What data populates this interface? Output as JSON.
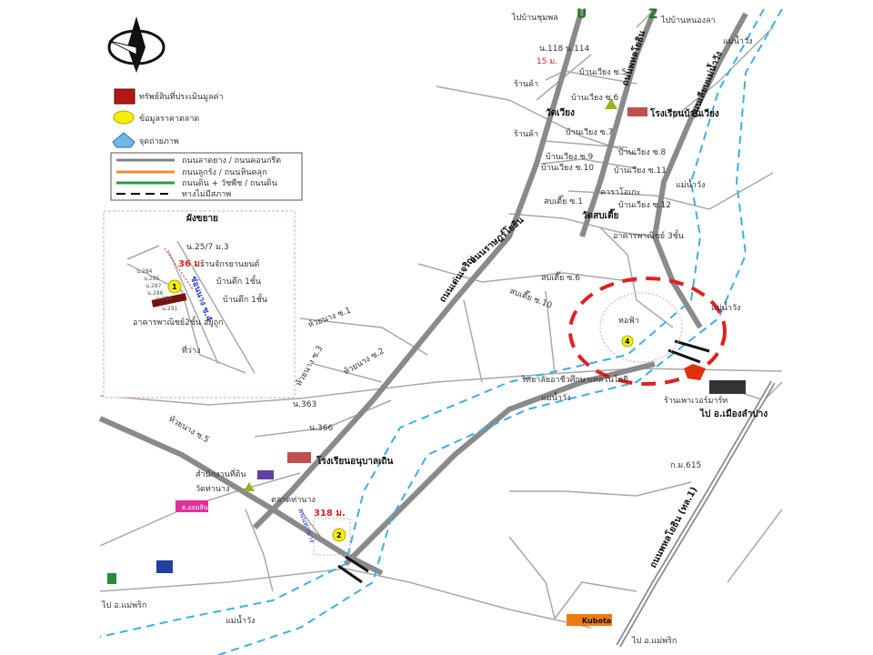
{
  "legend": {
    "items": [
      {
        "label": "ทรัพย์สินที่ประเมินมูลค่า",
        "icon": "property-square",
        "color": "#b01818"
      },
      {
        "label": "ข้อมูลราคาตลาด",
        "icon": "market-circle",
        "color": "#f5f000"
      },
      {
        "label": "จุดถ่ายภาพ",
        "icon": "photo-point",
        "color": "#6fb8e8"
      }
    ],
    "roads": [
      {
        "label": "ถนนลาดยาง / ถนนคอนกรีต",
        "color": "#808080"
      },
      {
        "label": "ถนนลูกรัง / ถนนหินคลุก",
        "color": "#f08a30"
      },
      {
        "label": "ถนนดิน + วัชพืช / ถนนดิน",
        "color": "#20a040"
      },
      {
        "label": "ทางไม่มีสภาพ",
        "color": "#000000"
      }
    ]
  },
  "inset": {
    "title": "ผังขยาย",
    "labels": [
      "น.25/7 ม.3",
      "ร้านจักรยานยนต์",
      "บ้านตึก 1ชั้น",
      "บ้านตึก 1ชั้น",
      "อาคารพาณิชย์2ชั้น อยู่ถูก",
      "ที่ว่าง",
      "ซ่อนนาง ซ.4"
    ],
    "distance": "36 ม.",
    "marker": "1",
    "parcels": [
      "น.284",
      "น.285",
      "น.287",
      "น.286",
      "น.289",
      "น.291"
    ]
  },
  "map": {
    "labels": {
      "to_ban_chumphon": "ไปบ้านชุมพล",
      "to_ban_nong_la": "ไปบ้านหนองลา",
      "n118": "น.118 น.114",
      "dist15": "15 ม.",
      "shop1": "ร้านค้า",
      "shop2": "ร้านค้า",
      "ban_wiang_s5": "บ้านเวียง ซ.5",
      "ban_wiang_s6": "บ้านเวียง ซ.6",
      "ban_wiang_s7": "บ้านเวียง ซ.7",
      "ban_wiang_s8": "บ้านเวียง ซ.8",
      "ban_wiang_s9": "บ้านเวียง ซ.9",
      "ban_wiang_s10": "บ้านเวียง ซ.10",
      "ban_wiang_s11": "บ้านเวียง ซ.11",
      "ban_wiang_s12": "บ้านเวียง ซ.12",
      "wat_wiang": "วัดเวียง",
      "school_ban_wiang": "โรงเรียนบ้านเวียง",
      "mae_wang_1": "แม่น้ำวัง",
      "mae_wang_2": "แม่น้ำวัง",
      "mae_wang_3": "แม่น้ำวัง",
      "mae_wang_4": "แม่น้ำวัง",
      "mae_wang_5": "แม่น้ำวัง",
      "karaoke": "คาราโอเกะ",
      "sombun_s1": "สบเตี๊ย ซ.1",
      "wat_sombun": "วัดสบเตี๊ย",
      "commercial": "อาคารพาณิชย์ 3ชั้น",
      "sombun_s6": "สบเตี๊ย ซ.6",
      "sombun_s10": "สบเตี๊ย ซ.10",
      "road_phahon": "ถนนพหลโยธิน",
      "road_ratchayothin": "ถนนราษฎร์โยธิน",
      "road_left": "ถนนเด่นเจริญ",
      "road_riverside": "ถนนเลียบแม่น้ำวัง",
      "hong_fa": "หอฟ้า",
      "college": "วิทยาลัยอาชีวศึกษาเทคโนโลยี",
      "power_shop": "ร้านเพาเวอร์มาร์ท",
      "to_mueang_lampang": "ไป อ.เมืองลำปาง",
      "km615": "ก.ม.615",
      "highway": "ถนนพหลโยธิน (ทล.1)",
      "kubota": "Kubota",
      "to_mae_phrik_1": "ไป อ.แม่พริก",
      "to_mae_phrik_2": "ไป อ.แม่พริก",
      "hunnang_s1": "ห้วยนาง ซ.1",
      "hunnang_s2": "ห้วยนาง ซ.2",
      "hunnang_s3": "ห้วยนาง ซ.3",
      "hunnang_s5": "ห้วยนาง ซ.5",
      "n363": "น.363",
      "n366": "น.366",
      "school_anuban": "โรงเรียนอนุบาลเถิน",
      "office": "สำนักงานที่ดิน",
      "wat_tha_nang": "วัดท่านาง",
      "market": "ตลาดท่านาง",
      "dist318": "318 ม.",
      "road_tha_nang": "ถนนท่านาง",
      "bank": "ธ.ออมสิน"
    },
    "markers": [
      "2",
      "4"
    ],
    "route_badges": [
      "U",
      "Z"
    ],
    "colors": {
      "river": "#3bb0e0",
      "highlight": "#e02020"
    }
  }
}
